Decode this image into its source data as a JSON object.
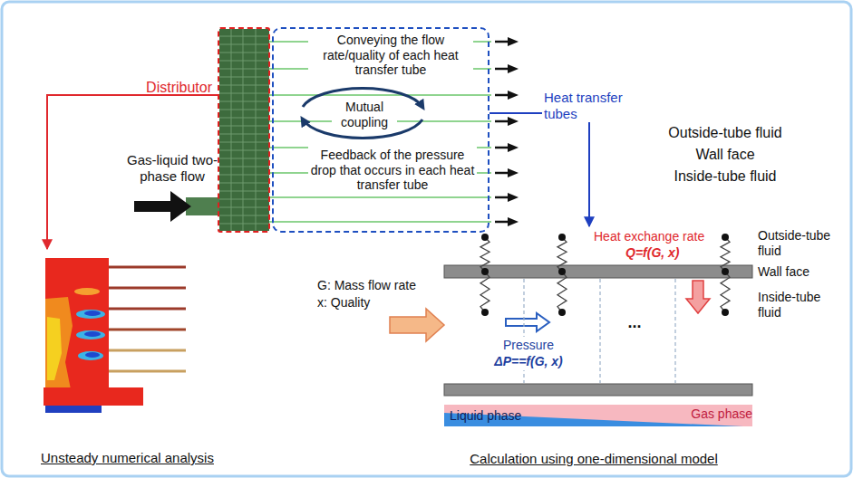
{
  "diagram": {
    "nodes": [
      {
        "text": [
          "Distributor"
        ]
      },
      {
        "text": [
          "Conveying the flow rate/quality of each heat transfer tube",
          "Mutual coupling",
          "Feedback of the pressure drop that occurs in each heat transfer tube"
        ]
      },
      {
        "text": [
          "Unsteady numerical analysis"
        ]
      },
      {
        "text": [
          "Calculation using one-dimensional model"
        ]
      }
    ],
    "edges": [
      {
        "from": 0,
        "to": 2,
        "arrow": "to"
      },
      {
        "from": 1,
        "to": 3,
        "label": "Heat transfer tubes",
        "arrow": "to"
      }
    ],
    "labels": [
      "Gas-liquid two-phase flow",
      "Outside-tube fluid",
      "Wall face",
      "Inside-tube fluid",
      "Heat exchange rate",
      "Q=f(G, x)",
      "Outside-tube fluid",
      "Wall face",
      "Inside-tube fluid",
      "G: Mass flow rate",
      "x: Quality",
      "Pressure drop",
      "ΔP==f(G, x)",
      "...",
      "Liquid phase",
      "Gas phase"
    ]
  }
}
